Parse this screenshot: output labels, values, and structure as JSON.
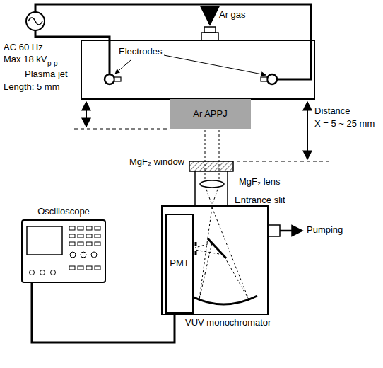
{
  "diagram": {
    "nodes": [
      {
        "text": [
          "Ar APPJ"
        ]
      },
      {
        "text": [
          "Oscilloscope"
        ]
      },
      {
        "text": [
          "VUV monochromator"
        ]
      },
      {
        "text": [
          "PMT"
        ],
        "in": 2
      }
    ],
    "edges": [
      {
        "from": 1,
        "to": 3,
        "arrow": "none"
      }
    ],
    "labels": [
      "Ar gas",
      "AC 60 Hz",
      "Max 18 kV",
      "p-p",
      "Electrodes",
      "Plasma jet",
      "Length: 5 mm",
      "Distance",
      "X = 5 ~ 25 mm",
      "MgF₂ window",
      "MgF₂ lens",
      "Entrance slit",
      "Pumping"
    ]
  }
}
